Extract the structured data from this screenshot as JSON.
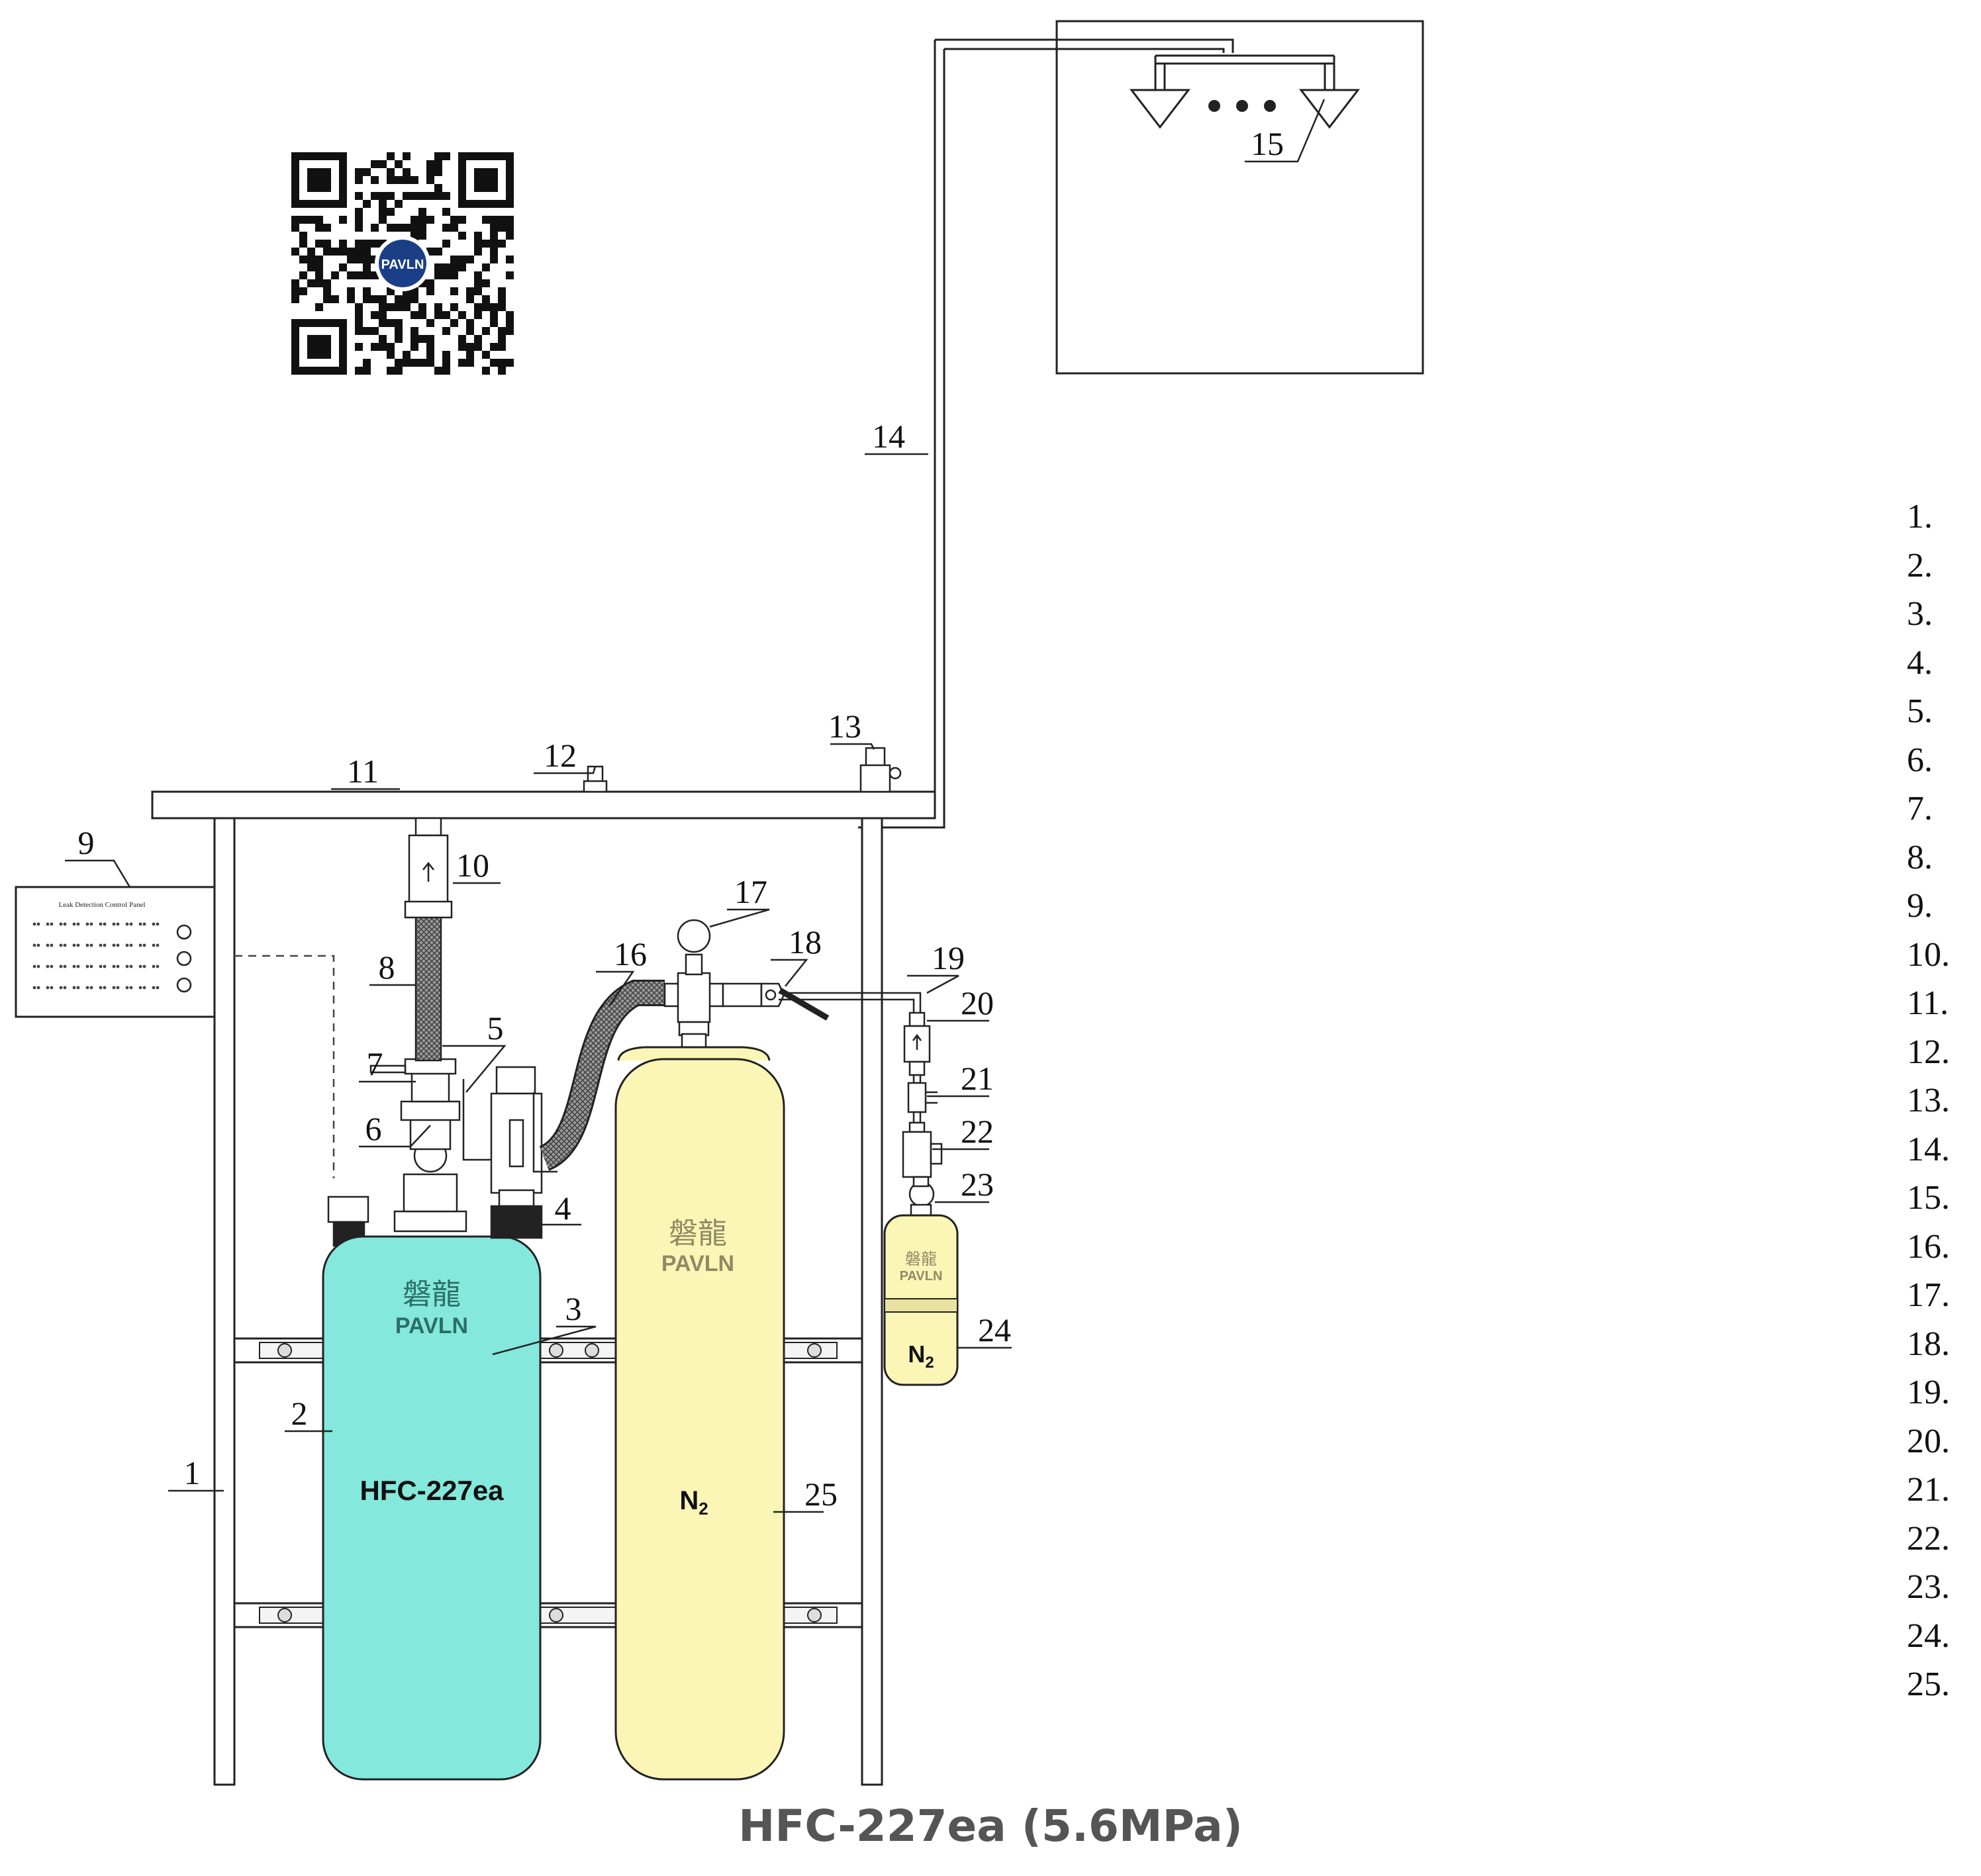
{
  "diagram": {
    "callouts": [
      "1",
      "2",
      "3",
      "4",
      "5",
      "6",
      "7",
      "8",
      "9",
      "10",
      "11",
      "12",
      "13",
      "14",
      "15",
      "16",
      "17",
      "18",
      "19",
      "20",
      "21",
      "22",
      "23",
      "24",
      "25"
    ],
    "protection_zone_label": "",
    "panel_title": "Leak Detection Control Panel",
    "cylinder_labels": {
      "agent": "HFC-227ea",
      "power_gas": "N",
      "power_gas_sub": "2",
      "drive_gas": "N",
      "drive_gas_sub": "2"
    },
    "brand": {
      "chinese": "磐龍",
      "latin": "PAVLN"
    }
  },
  "legend": [
    {
      "num": "1.",
      "text": ""
    },
    {
      "num": "2.",
      "text": ""
    },
    {
      "num": "3.",
      "text": ""
    },
    {
      "num": "4.",
      "text": ""
    },
    {
      "num": "5.",
      "text": ""
    },
    {
      "num": "6.",
      "text": ""
    },
    {
      "num": "7.",
      "text": ""
    },
    {
      "num": "8.",
      "text": ""
    },
    {
      "num": "9.",
      "text": ""
    },
    {
      "num": "10.",
      "text": ""
    },
    {
      "num": "11.",
      "text": ""
    },
    {
      "num": "12.",
      "text": ""
    },
    {
      "num": "13.",
      "text": ""
    },
    {
      "num": "14.",
      "text": ""
    },
    {
      "num": "15.",
      "text": ""
    },
    {
      "num": "16.",
      "text": ""
    },
    {
      "num": "17.",
      "text": ""
    },
    {
      "num": "18.",
      "text": ""
    },
    {
      "num": "19.",
      "text": ""
    },
    {
      "num": "20.",
      "text": ""
    },
    {
      "num": "21.",
      "text": ""
    },
    {
      "num": "22.",
      "text": ""
    },
    {
      "num": "23.",
      "text": ""
    },
    {
      "num": "24.",
      "text": ""
    },
    {
      "num": "25.",
      "text": ""
    }
  ],
  "footer": {
    "title_ar": "",
    "agent": "HFC-227ea",
    "pressure": "(5.6MPa)"
  },
  "colors": {
    "agent_cylinder": "#84E8DC",
    "nitrogen_cylinder": "#FCF6B6",
    "line": "#222222",
    "footer_text": "#555555"
  }
}
